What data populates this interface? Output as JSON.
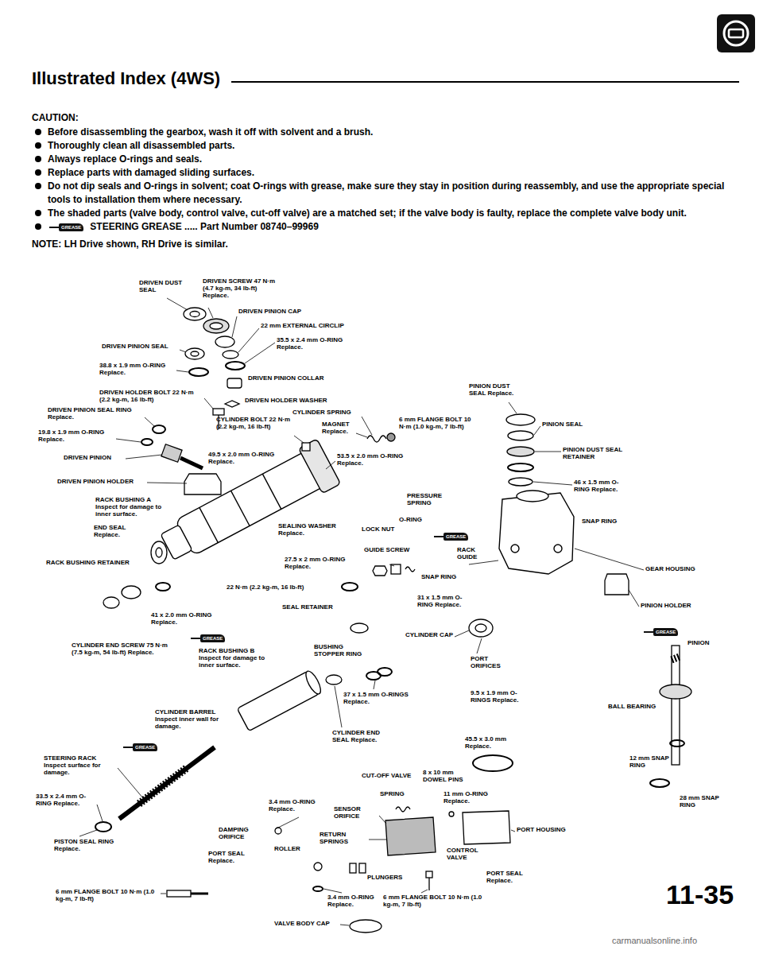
{
  "diagram": {
    "title": "Illustrated Index (4WS)",
    "labels": [
      "CAUTION:",
      "Before disassembling the gearbox, wash it off with solvent and a brush.",
      "Thoroughly clean all disassembled parts.",
      "Always replace O-rings and seals.",
      "Replace parts with damaged sliding surfaces.",
      "Do not dip seals and O-rings in solvent; coat O-rings with grease, make sure they stay in position during reassembly, and use the appropriate special tools to installation them where necessary.",
      "The shaded parts (valve body, control valve, cut-off valve) are a matched set; if the valve body is faulty, replace the complete valve body unit.",
      "GREASE",
      "STEERING GREASE ..... Part Number 08740–99969",
      "NOTE: LH Drive shown, RH Drive is similar.",
      "DRIVEN DUST SEAL",
      "DRIVEN SCREW 47 N·m (4.7 kg-m, 34 lb-ft) Replace.",
      "DRIVEN PINION CAP",
      "22 mm EXTERNAL CIRCLIP",
      "35.5 x 2.4 mm O-RING Replace.",
      "DRIVEN PINION SEAL",
      "38.8 x 1.9 mm O-RING Replace.",
      "DRIVEN PINION COLLAR",
      "DRIVEN HOLDER BOLT 22 N·m (2.2 kg-m, 16 lb-ft)",
      "DRIVEN HOLDER WASHER",
      "DRIVEN PINION SEAL RING Replace.",
      "19.8 x 1.9 mm O-RING Replace.",
      "DRIVEN PINION",
      "DRIVEN PINION HOLDER",
      "CYLINDER BOLT 22 N·m (2.2 kg-m, 16 lb-ft)",
      "CYLINDER SPRING",
      "MAGNET Replace.",
      "49.5 x 2.0 mm O-RING Replace.",
      "53.5 x 2.0 mm O-RING Replace.",
      "6 mm FLANGE BOLT 10 N·m (1.0 kg-m, 7 lb-ft)",
      "PINION DUST SEAL Replace.",
      "PINION SEAL",
      "PINION DUST SEAL RETAINER",
      "46 x 1.5 mm O-RING Replace.",
      "SNAP RING",
      "GEAR HOUSING",
      "PINION HOLDER",
      "GREASE",
      "PINION",
      "RACK BUSHING A Inspect for damage to inner surface.",
      "END SEAL Replace.",
      "RACK BUSHING RETAINER",
      "SEALING WASHER Replace.",
      "LOCK NUT",
      "PRESSURE SPRING",
      "O-RING",
      "GUIDE SCREW",
      "GREASE",
      "RACK GUIDE",
      "SNAP RING",
      "27.5 x 2 mm O-RING Replace.",
      "22 N·m (2.2 kg-m, 16 lb-ft)",
      "41 x 2.0 mm O-RING Replace.",
      "SEAL RETAINER",
      "31 x 1.5 mm O-RING Replace.",
      "CYLINDER END SCREW 75 N·m (7.5 kg-m, 54 lb-ft) Replace.",
      "GREASE",
      "RACK BUSHING B Inspect for damage to inner surface.",
      "BUSHING STOPPER RING",
      "CYLINDER CAP",
      "PORT ORIFICES",
      "9.5 x 1.9 mm O-RINGS Replace.",
      "BALL BEARING",
      "37 x 1.5 mm O-RINGS Replace.",
      "CYLINDER BARREL Inspect inner wall for damage.",
      "CYLINDER END SEAL Replace.",
      "45.5 x 3.0 mm Replace.",
      "GREASE",
      "STEERING RACK Inspect surface for damage.",
      "12 mm SNAP RING",
      "33.5 x 2.4 mm O-RING Replace.",
      "CUT-OFF VALVE",
      "8 x 10 mm DOWEL PINS",
      "SPRING",
      "11 mm O-RING Replace.",
      "28 mm SNAP RING",
      "3.4 mm O-RING Replace.",
      "SENSOR ORIFICE",
      "DAMPING ORIFICE",
      "RETURN SPRINGS",
      "PORT HOUSING",
      "PORT SEAL Replace.",
      "ROLLER",
      "CONTROL VALVE",
      "PORT SEAL Replace.",
      "PISTON SEAL RING Replace.",
      "PLUNGERS",
      "6 mm FLANGE BOLT 10 N·m (1.0 kg-m, 7 lb-ft)",
      "3.4 mm O-RING Replace.",
      "6 mm FLANGE BOLT 10 N·m (1.0 kg-m, 7 lb-ft)",
      "VALVE BODY CAP",
      "11-35",
      "carmanualsonline.info"
    ]
  }
}
